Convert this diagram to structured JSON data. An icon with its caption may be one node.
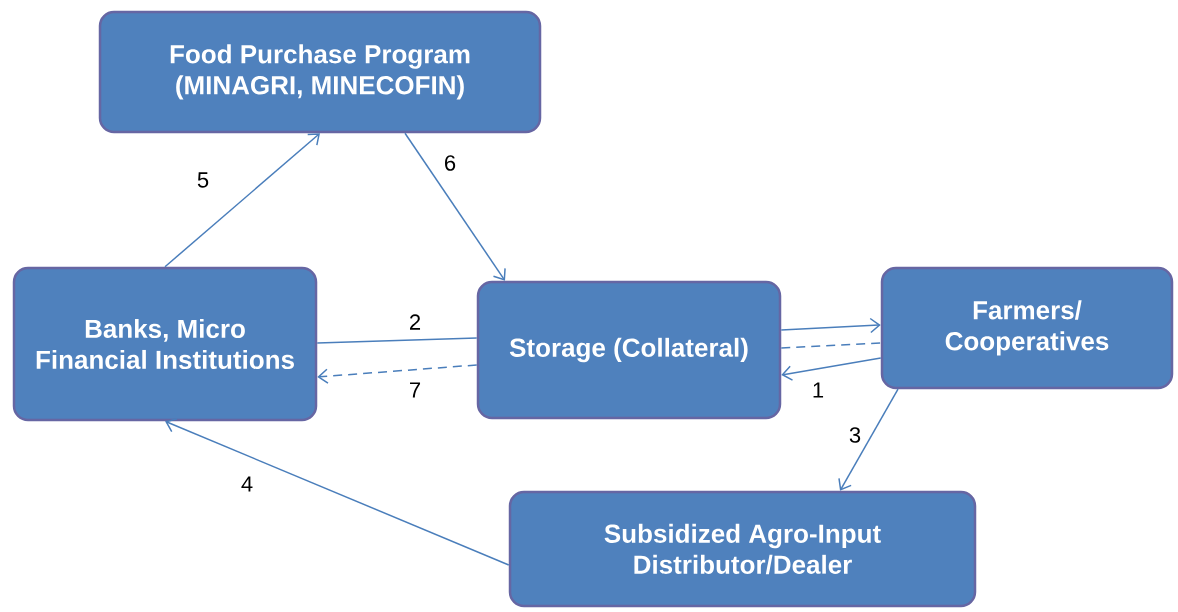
{
  "diagram": {
    "nodes": [
      {
        "text": [
          "Food Purchase Program (MINAGRI, MINECOFIN)"
        ]
      },
      {
        "text": [
          "Banks, Micro Financial Institutions"
        ]
      },
      {
        "text": [
          "Storage (Collateral)"
        ]
      },
      {
        "text": [
          "Farmers/ Cooperatives"
        ]
      },
      {
        "text": [
          "Subsidized Agro-Input Distributor/Dealer"
        ]
      }
    ],
    "edges": [
      {
        "from": 2,
        "to": 3,
        "arrow": "to"
      },
      {
        "from": 2,
        "to": 3,
        "arrow": "none",
        "style": "dashed"
      },
      {
        "from": 3,
        "to": 2,
        "arrow": "to",
        "label": "1"
      },
      {
        "from": 1,
        "to": 2,
        "arrow": "none",
        "label": "2"
      },
      {
        "from": 2,
        "to": 1,
        "arrow": "to",
        "style": "dashed",
        "label": "7"
      },
      {
        "from": 3,
        "to": 4,
        "arrow": "to",
        "label": "3"
      },
      {
        "from": 4,
        "to": 1,
        "arrow": "to",
        "label": "4"
      },
      {
        "from": 1,
        "to": 0,
        "arrow": "to",
        "label": "5"
      },
      {
        "from": 0,
        "to": 2,
        "arrow": "to",
        "label": "6"
      }
    ]
  }
}
